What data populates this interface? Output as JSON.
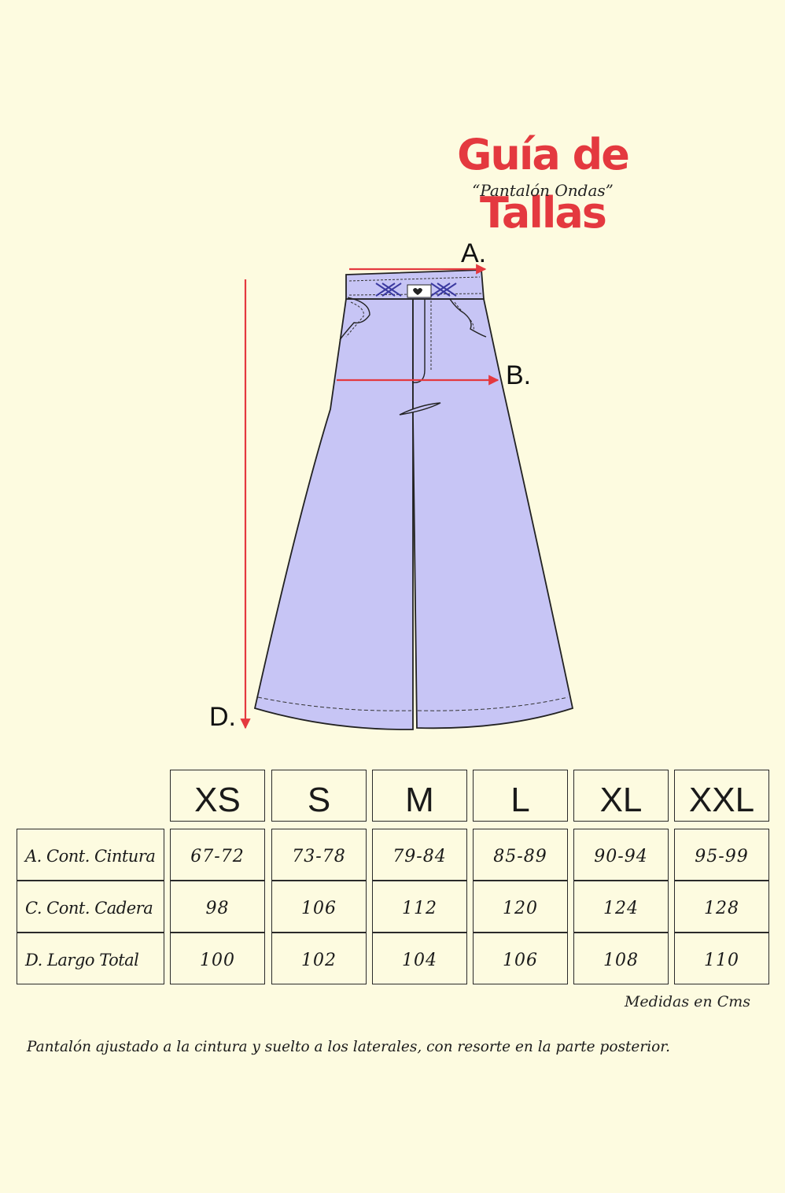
{
  "header": {
    "title": "Guía de Tallas",
    "subtitle": "“Pantalón Ondas”",
    "title_color": "#e4393f"
  },
  "diagram": {
    "garment_icon": "wide-leg-pants",
    "garment_color": "#c7c5f5",
    "arrow_color": "#e4393f",
    "labels": {
      "a": "A.",
      "b": "B.",
      "d": "D."
    }
  },
  "table": {
    "sizes": [
      "XS",
      "S",
      "M",
      "L",
      "XL",
      "XXL"
    ],
    "rows": [
      {
        "label": "A. Cont. Cintura",
        "values": [
          "67-72",
          "73-78",
          "79-84",
          "85-89",
          "90-94",
          "95-99"
        ]
      },
      {
        "label": "C. Cont. Cadera",
        "values": [
          "98",
          "106",
          "112",
          "120",
          "124",
          "128"
        ]
      },
      {
        "label": "D. Largo Total",
        "values": [
          "100",
          "102",
          "104",
          "106",
          "108",
          "110"
        ]
      }
    ]
  },
  "units_note": "Medidas en Cms",
  "footer_note": "Pantalón ajustado a la cintura y suelto a los laterales, con resorte en la parte posterior."
}
